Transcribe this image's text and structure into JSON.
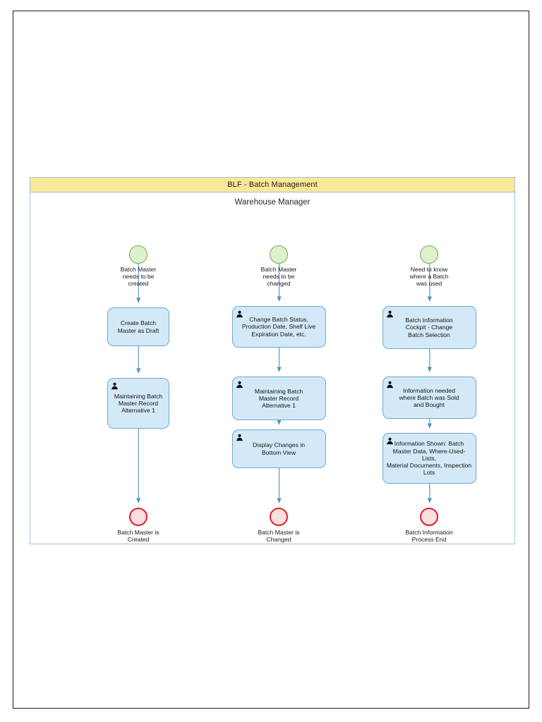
{
  "diagram": {
    "type": "bpmn-process",
    "pool_title": "BLF - Batch Management",
    "lane_title": "Warehouse Manager",
    "colors": {
      "pool_header_fill": "#fae899",
      "pool_border": "#9ec0de",
      "task_fill": "#d3e9f8",
      "task_border": "#6fa8cf",
      "start_event_fill": "#ddf1cd",
      "start_event_border": "#7aa45c",
      "end_event_fill": "#fbdede",
      "end_event_border": "#d8202a",
      "connector": "#5b9bc4",
      "page_border": "#1a1a1a"
    },
    "columns": [
      {
        "id": "col-create",
        "start_event": {
          "name": "start-event-batch-master-needs-created",
          "label": "Batch Master\nneeds to be\ncreated"
        },
        "tasks": [
          {
            "name": "task-create-batch-master-as-draft",
            "label": "Create Batch\nMaster as Draft",
            "user_task": false
          },
          {
            "name": "task-maintaining-batch-master-record-alt1-create",
            "label": "Maintaining Batch\nMaster Record\nAlternative 1",
            "user_task": true
          }
        ],
        "end_event": {
          "name": "end-event-batch-master-is-created",
          "label": "Batch Master is\nCreated"
        }
      },
      {
        "id": "col-change",
        "start_event": {
          "name": "start-event-batch-master-needs-changed",
          "label": "Batch Master\nneeds to be\nchanged"
        },
        "tasks": [
          {
            "name": "task-change-batch-status",
            "label": "Change Batch Status,\nProduction Date, Shelf Live\nExpiration Date, etc.",
            "user_task": true
          },
          {
            "name": "task-maintaining-batch-master-record-alt1-change",
            "label": "Maintaining Batch\nMaster Record\nAlternative 1",
            "user_task": true
          },
          {
            "name": "task-display-changes-in-bottom-view",
            "label": "Display Changes in\nBottom View",
            "user_task": true
          }
        ],
        "end_event": {
          "name": "end-event-batch-master-is-changed",
          "label": "Batch Master is\nChanged"
        }
      },
      {
        "id": "col-info",
        "start_event": {
          "name": "start-event-need-to-know-where-batch-used",
          "label": "Need to know\nwhere a Batch\nwas used"
        },
        "tasks": [
          {
            "name": "task-batch-information-cockpit-change-batch-selection",
            "label": "Batch Information\nCockpit - Change\nBatch Selection",
            "user_task": true
          },
          {
            "name": "task-information-needed-where-batch-sold-bought",
            "label": "Information needed\nwhere Batch was Sold\nand Bought",
            "user_task": true
          },
          {
            "name": "task-information-shown-batch-master-data",
            "label": "Information Shown: Batch\nMaster Data, Where-Used-Lists,\nMaterial Documents, Inspection\nLots",
            "user_task": true
          }
        ],
        "end_event": {
          "name": "end-event-batch-information-process-end",
          "label": "Batch Information\nProcess End"
        }
      }
    ]
  }
}
